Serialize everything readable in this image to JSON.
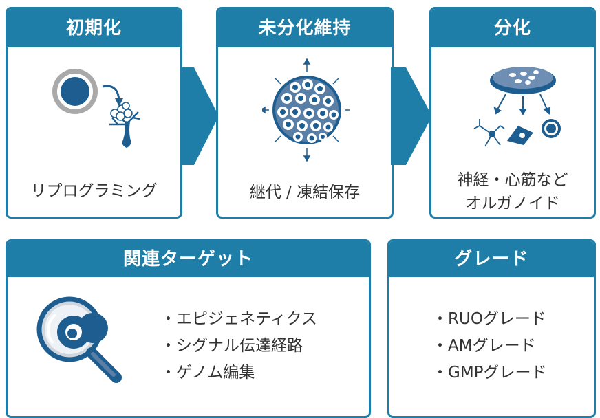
{
  "steps": [
    {
      "title": "初期化",
      "label": "リプログラミング"
    },
    {
      "title": "未分化維持",
      "label": "継代 / 凍結保存"
    },
    {
      "title": "分化",
      "label_line1": "神経・心筋など",
      "label_line2": "オルガノイド"
    }
  ],
  "targets": {
    "title": "関連ターゲット",
    "items": [
      "・エピジェネティクス",
      "・シグナル伝達経路",
      "・ゲノム編集"
    ]
  },
  "grades": {
    "title": "グレード",
    "items": [
      "・RUOグレード",
      "・AMグレード",
      "・GMPグレード"
    ]
  },
  "icons": {
    "step1": "reprogramming-cell-icon",
    "step2": "cell-colony-icon",
    "step3": "differentiation-dish-icon",
    "targets": "magnifying-glass-icon"
  },
  "colors": {
    "accent": "#1f7ea8",
    "icon_dark": "#1d5d8f",
    "icon_gray": "#a9a9a9"
  }
}
